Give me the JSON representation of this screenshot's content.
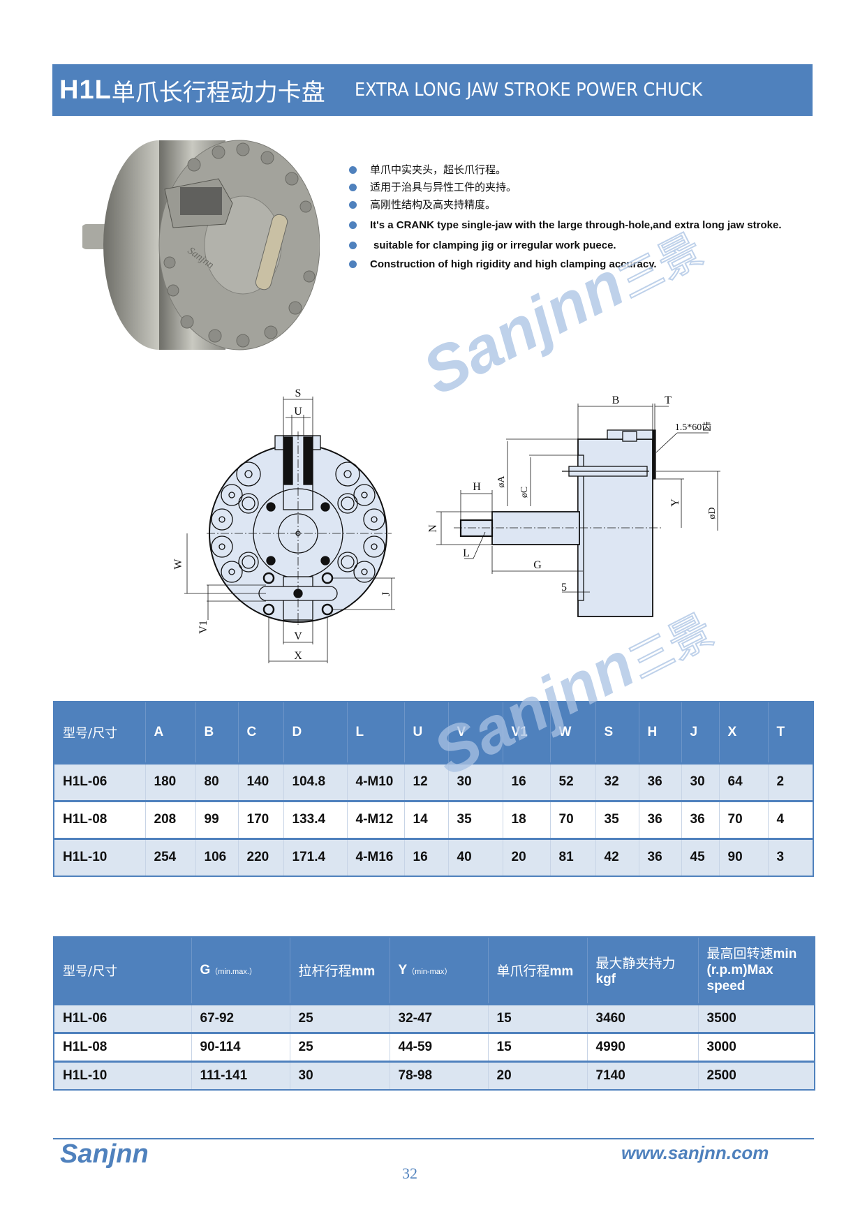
{
  "header": {
    "model": "H1L",
    "title_cn": "单爪长行程动力卡盘",
    "title_en": "EXTRA LONG JAW STROKE POWER  CHUCK"
  },
  "product_image": {
    "logo_text": "Sanjnn"
  },
  "features": [
    "单爪中实夹头，超长爪行程。",
    "适用于治具与异性工件的夹持。",
    "高刚性结构及高夹持精度。",
    "It's a CRANK type single-jaw with the large through-hole,and extra long jaw stroke.",
    "suitable for clamping jig or irregular work puece.",
    "Construction of high rigidity and high clamping accuracy."
  ],
  "front_view_labels": {
    "S": "S",
    "U": "U",
    "W": "W",
    "V1": "V1",
    "J": "J",
    "V": "V",
    "X": "X"
  },
  "side_view_labels": {
    "B": "B",
    "T": "T",
    "teeth": "1.5*60齿",
    "A": "øA",
    "C": "øC",
    "H": "H",
    "N": "N",
    "L": "L",
    "G": "G",
    "five": "5",
    "Y": "Y",
    "D": "øD"
  },
  "watermark": {
    "brand": "Sanjnn",
    "cn": "三景"
  },
  "table1": {
    "headers": [
      "型号/尺寸",
      "A",
      "B",
      "C",
      "D",
      "L",
      "U",
      "V",
      "V1",
      "W",
      "S",
      "H",
      "J",
      "X",
      "T"
    ],
    "rows": [
      [
        "H1L-06",
        "180",
        "80",
        "140",
        "104.8",
        "4-M10",
        "12",
        "30",
        "16",
        "52",
        "32",
        "36",
        "30",
        "64",
        "2"
      ],
      [
        "H1L-08",
        "208",
        "99",
        "170",
        "133.4",
        "4-M12",
        "14",
        "35",
        "18",
        "70",
        "35",
        "36",
        "36",
        "70",
        "4"
      ],
      [
        "H1L-10",
        "254",
        "106",
        "220",
        "171.4",
        "4-M16",
        "16",
        "40",
        "20",
        "81",
        "42",
        "36",
        "45",
        "90",
        "3"
      ]
    ]
  },
  "table2": {
    "headers": {
      "model": "型号/尺寸",
      "g": "G",
      "g_unit": "（min.max.）",
      "rod_cn": "拉杆行程",
      "rod_unit": "mm",
      "y": "Y",
      "y_unit": "（min-max）",
      "jaw_cn": "单爪行程",
      "jaw_unit": "mm",
      "force_cn": "最大静夹持力",
      "force_unit": "kgf",
      "speed_cn": "最高回转速",
      "speed_en": "min (r.p.m)Max speed"
    },
    "rows": [
      [
        "H1L-06",
        "67-92",
        "25",
        "32-47",
        "15",
        "3460",
        "3500"
      ],
      [
        "H1L-08",
        "90-114",
        "25",
        "44-59",
        "15",
        "4990",
        "3000"
      ],
      [
        "H1L-10",
        "111-141",
        "30",
        "78-98",
        "20",
        "7140",
        "2500"
      ]
    ]
  },
  "footer": {
    "brand": "Sanjnn",
    "url": "www.sanjnn.com",
    "page": "32"
  },
  "colors": {
    "brand_blue": "#4f81bd",
    "row_tint": "#dbe5f1",
    "drawing_fill": "#dde6f3"
  }
}
